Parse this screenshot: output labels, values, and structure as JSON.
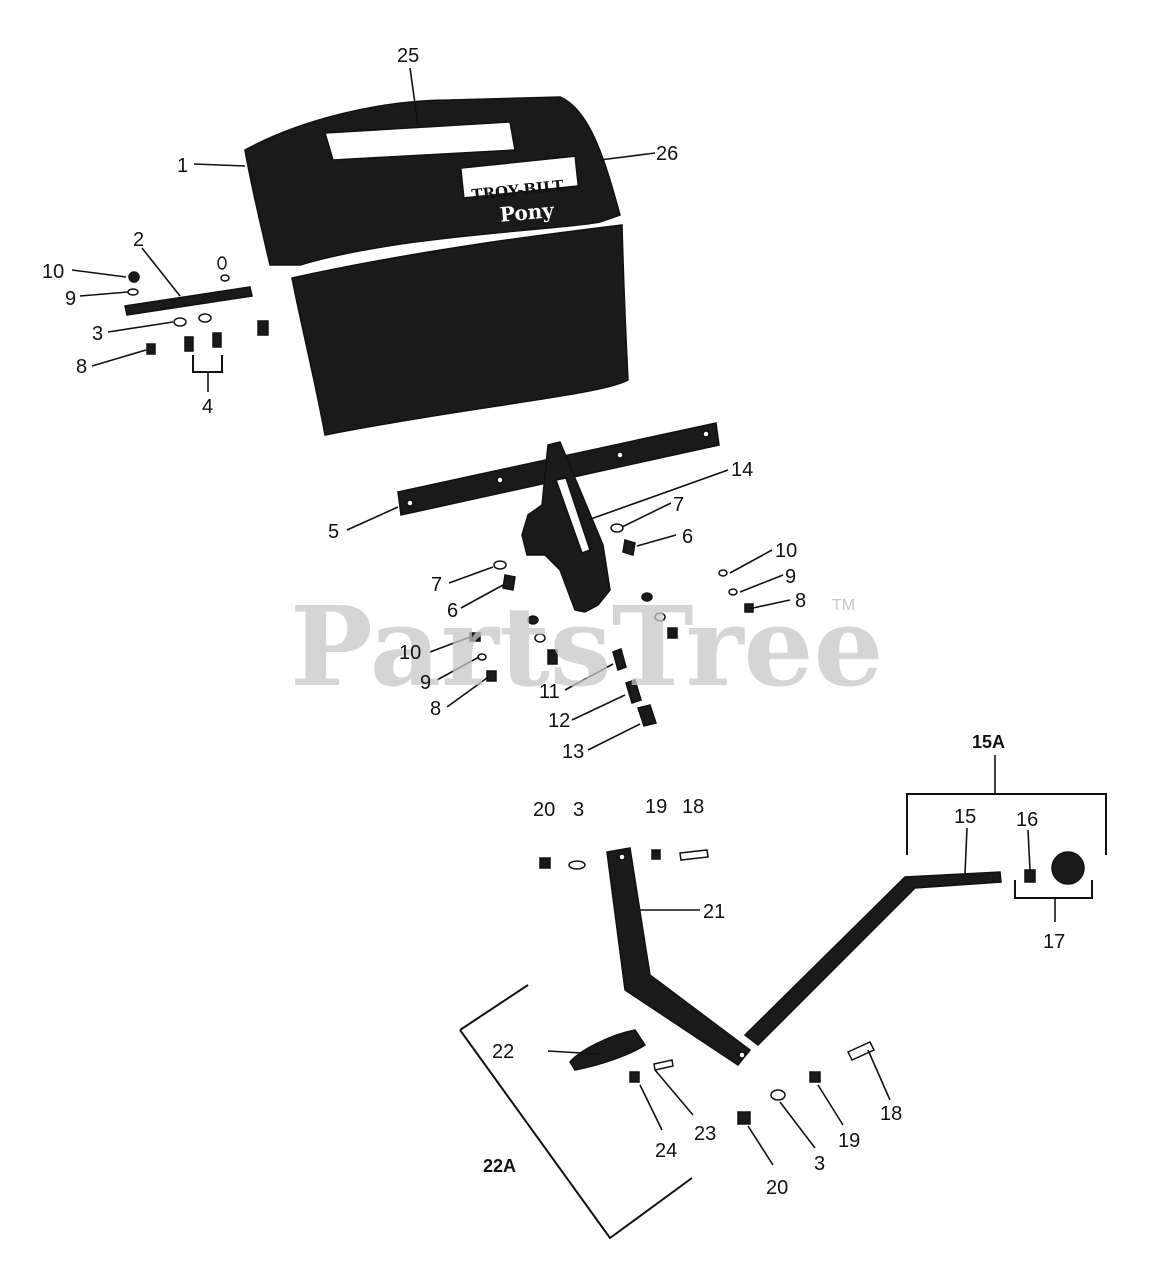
{
  "watermark": {
    "text": "PartsTree",
    "tm": "TM"
  },
  "decal": {
    "brand": "TROY-BILT",
    "model": "Pony"
  },
  "callouts": [
    {
      "id": "c25",
      "text": "25"
    },
    {
      "id": "c26",
      "text": "26"
    },
    {
      "id": "c1",
      "text": "1"
    },
    {
      "id": "c2",
      "text": "2"
    },
    {
      "id": "c10a",
      "text": "10"
    },
    {
      "id": "c9a",
      "text": "9"
    },
    {
      "id": "c3a",
      "text": "3"
    },
    {
      "id": "c8a",
      "text": "8"
    },
    {
      "id": "c4",
      "text": "4"
    },
    {
      "id": "c14",
      "text": "14"
    },
    {
      "id": "c5",
      "text": "5"
    },
    {
      "id": "c7a",
      "text": "7"
    },
    {
      "id": "c6a",
      "text": "6"
    },
    {
      "id": "c7b",
      "text": "7"
    },
    {
      "id": "c6b",
      "text": "6"
    },
    {
      "id": "c10b",
      "text": "10"
    },
    {
      "id": "c9b",
      "text": "9"
    },
    {
      "id": "c8b",
      "text": "8"
    },
    {
      "id": "c10c",
      "text": "10"
    },
    {
      "id": "c9c",
      "text": "9"
    },
    {
      "id": "c8c",
      "text": "8"
    },
    {
      "id": "c11",
      "text": "11"
    },
    {
      "id": "c12",
      "text": "12"
    },
    {
      "id": "c13",
      "text": "13"
    },
    {
      "id": "c15A",
      "text": "15A"
    },
    {
      "id": "c20a",
      "text": "20"
    },
    {
      "id": "c3b",
      "text": "3"
    },
    {
      "id": "c19a",
      "text": "19"
    },
    {
      "id": "c18a",
      "text": "18"
    },
    {
      "id": "c15",
      "text": "15"
    },
    {
      "id": "c16",
      "text": "16"
    },
    {
      "id": "c21",
      "text": "21"
    },
    {
      "id": "c17",
      "text": "17"
    },
    {
      "id": "c22",
      "text": "22"
    },
    {
      "id": "c18b",
      "text": "18"
    },
    {
      "id": "c23",
      "text": "23"
    },
    {
      "id": "c24",
      "text": "24"
    },
    {
      "id": "c19b",
      "text": "19"
    },
    {
      "id": "c22A",
      "text": "22A"
    },
    {
      "id": "c3c",
      "text": "3"
    },
    {
      "id": "c20b",
      "text": "20"
    }
  ]
}
